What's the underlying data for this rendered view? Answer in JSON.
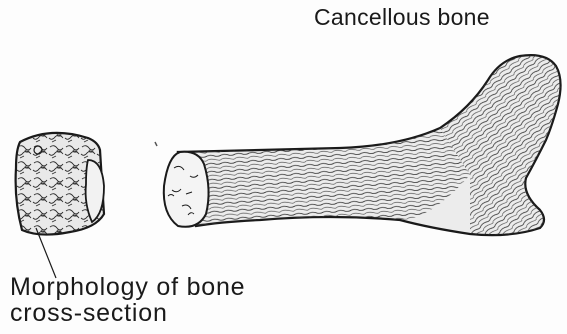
{
  "diagram": {
    "labels": {
      "cancellous_bone": "Cancellous bone",
      "cross_section_line1": "Morphology of bone",
      "cross_section_line2": "cross-section"
    },
    "colors": {
      "ink": "#1a1a1a",
      "paper": "#fdfdfd"
    }
  }
}
